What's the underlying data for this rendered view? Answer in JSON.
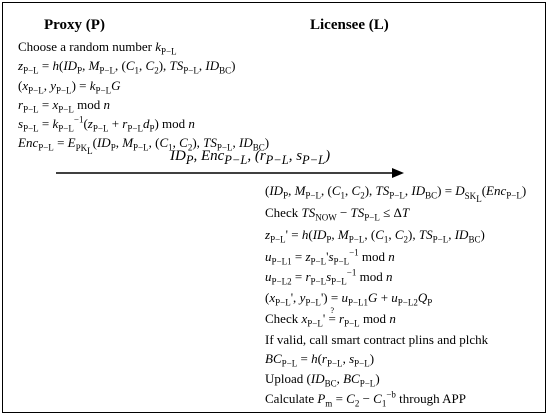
{
  "headers": {
    "proxy": "Proxy (P)",
    "licensee": "Licensee (L)"
  },
  "proxy_steps": [
    "Choose a random number k_{P−L}",
    "z_{P−L} = h(ID_P, M_{P−L}, (C_1, C_2), TS_{P−L}, ID_{BC})",
    "(x_{P−L}, y_{P−L}) = k_{P−L}G",
    "r_{P−L} = x_{P−L} mod n",
    "s_{P−L} = k_{P−L}^{−1}(z_{P−L} + r_{P−L}d_P) mod n",
    "Enc_{P−L} = E_{PK_L}(ID_P, M_{P−L}, (C_1, C_2), TS_{P−L}, ID_{BC})"
  ],
  "message": "ID_P, Enc_{P−L}, (r_{P−L}, s_{P−L})",
  "licensee_steps": [
    "(ID_P, M_{P−L}, (C_1, C_2), TS_{P−L}, ID_{BC}) = D_{SK_L}(Enc_{P−L})",
    "Check TS_{NOW} − TS_{P−L} ≤ ΔT",
    "z_{P−L}' = h(ID_P, M_{P−L}, (C_1, C_2), TS_{P−L}, ID_{BC})",
    "u_{P−L1} = z_{P−L}' s_{P−L}^{−1} mod n",
    "u_{P−L2} = r_{P−L} s_{P−L}^{−1} mod n",
    "(x_{P−L}', y_{P−L}') = u_{P−L1}G + u_{P−L2}Q_P",
    "Check x_{P−L}' =? r_{P−L} mod n",
    "If valid, call smart contract plins and plchk",
    "BC_{P−L} = h(r_{P−L}, s_{P−L})",
    "Upload (ID_{BC}, BC_{P−L})",
    "Calculate P_m = C_2 − C_1^{−b} through APP"
  ]
}
